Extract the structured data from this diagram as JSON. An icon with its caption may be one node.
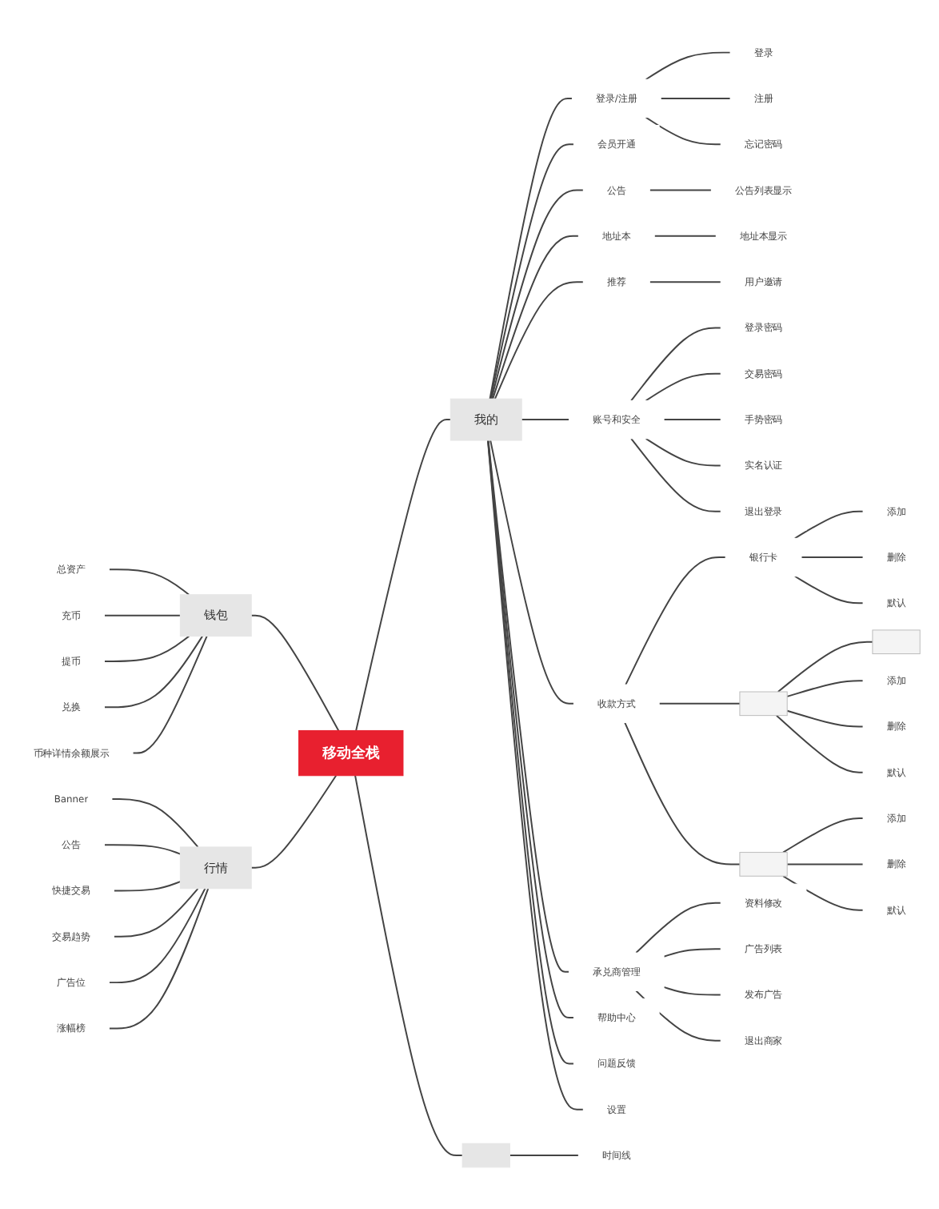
{
  "diagram": {
    "nodes": [
      {
        "text": [
          "移动全栈"
        ]
      },
      {
        "text": [
          "钱包"
        ]
      },
      {
        "text": [
          "总资产"
        ]
      },
      {
        "text": [
          "充币"
        ]
      },
      {
        "text": [
          "提币"
        ]
      },
      {
        "text": [
          "兑换"
        ]
      },
      {
        "text": [
          "币种详情余额展示"
        ]
      },
      {
        "text": [
          "行情"
        ]
      },
      {
        "text": [
          "Banner"
        ]
      },
      {
        "text": [
          "公告"
        ]
      },
      {
        "text": [
          "快捷交易"
        ]
      },
      {
        "text": [
          "交易趋势"
        ]
      },
      {
        "text": [
          "广告位"
        ]
      },
      {
        "text": [
          "涨幅榜"
        ]
      },
      {
        "text": [
          "我的"
        ]
      },
      {
        "text": [
          "登录/注册"
        ]
      },
      {
        "text": [
          "登录"
        ]
      },
      {
        "text": [
          "注册"
        ]
      },
      {
        "text": [
          "忘记密码"
        ]
      },
      {
        "text": [
          "会员开通"
        ]
      },
      {
        "text": [
          "公告"
        ]
      },
      {
        "text": [
          "公告列表显示"
        ]
      },
      {
        "text": [
          "地址本"
        ]
      },
      {
        "text": [
          "地址本显示"
        ]
      },
      {
        "text": [
          "推荐"
        ]
      },
      {
        "text": [
          "用户邀请"
        ]
      },
      {
        "text": [
          "账号和安全"
        ]
      },
      {
        "text": [
          "登录密码"
        ]
      },
      {
        "text": [
          "交易密码"
        ]
      },
      {
        "text": [
          "手势密码"
        ]
      },
      {
        "text": [
          "实名认证"
        ]
      },
      {
        "text": [
          "退出登录"
        ]
      },
      {
        "text": [
          "收款方式"
        ]
      },
      {
        "text": [
          "银行卡"
        ]
      },
      {
        "text": [
          "添加"
        ]
      },
      {
        "text": [
          "删除"
        ]
      },
      {
        "text": [
          "默认"
        ]
      },
      {
        "text": [],
        "shape": "box"
      },
      {
        "text": [],
        "shape": "box"
      },
      {
        "text": [
          "添加"
        ]
      },
      {
        "text": [
          "删除"
        ]
      },
      {
        "text": [
          "默认"
        ]
      },
      {
        "text": [],
        "shape": "box"
      },
      {
        "text": [
          "添加"
        ]
      },
      {
        "text": [
          "删除"
        ]
      },
      {
        "text": [
          "默认"
        ]
      },
      {
        "text": [
          "承兑商管理"
        ]
      },
      {
        "text": [
          "资料修改"
        ]
      },
      {
        "text": [
          "广告列表"
        ]
      },
      {
        "text": [
          "发布广告"
        ]
      },
      {
        "text": [
          "退出商家"
        ]
      },
      {
        "text": [
          "帮助中心"
        ]
      },
      {
        "text": [
          "问题反馈"
        ]
      },
      {
        "text": [
          "设置"
        ]
      },
      {
        "text": [],
        "shape": "box"
      },
      {
        "text": [
          "时间线"
        ]
      }
    ],
    "edges": [
      {
        "from": 2,
        "to": 1,
        "arrow": "none"
      },
      {
        "from": 3,
        "to": 1,
        "arrow": "none"
      },
      {
        "from": 4,
        "to": 1,
        "arrow": "none"
      },
      {
        "from": 5,
        "to": 1,
        "arrow": "none"
      },
      {
        "from": 6,
        "to": 1,
        "arrow": "none"
      },
      {
        "from": 1,
        "to": 0,
        "arrow": "none"
      },
      {
        "from": 8,
        "to": 7,
        "arrow": "none"
      },
      {
        "from": 9,
        "to": 7,
        "arrow": "none"
      },
      {
        "from": 10,
        "to": 7,
        "arrow": "none"
      },
      {
        "from": 11,
        "to": 7,
        "arrow": "none"
      },
      {
        "from": 12,
        "to": 7,
        "arrow": "none"
      },
      {
        "from": 13,
        "to": 7,
        "arrow": "none"
      },
      {
        "from": 7,
        "to": 0,
        "arrow": "none"
      },
      {
        "from": 0,
        "to": 14,
        "arrow": "none"
      },
      {
        "from": 14,
        "to": 15,
        "arrow": "none"
      },
      {
        "from": 15,
        "to": 16,
        "arrow": "none"
      },
      {
        "from": 15,
        "to": 17,
        "arrow": "none"
      },
      {
        "from": 15,
        "to": 18,
        "arrow": "none"
      },
      {
        "from": 14,
        "to": 19,
        "arrow": "none"
      },
      {
        "from": 14,
        "to": 20,
        "arrow": "none"
      },
      {
        "from": 20,
        "to": 21,
        "arrow": "none"
      },
      {
        "from": 14,
        "to": 22,
        "arrow": "none"
      },
      {
        "from": 22,
        "to": 23,
        "arrow": "none"
      },
      {
        "from": 14,
        "to": 24,
        "arrow": "none"
      },
      {
        "from": 24,
        "to": 25,
        "arrow": "none"
      },
      {
        "from": 14,
        "to": 26,
        "arrow": "none"
      },
      {
        "from": 26,
        "to": 27,
        "arrow": "none"
      },
      {
        "from": 26,
        "to": 28,
        "arrow": "none"
      },
      {
        "from": 26,
        "to": 29,
        "arrow": "none"
      },
      {
        "from": 26,
        "to": 30,
        "arrow": "none"
      },
      {
        "from": 26,
        "to": 31,
        "arrow": "none"
      },
      {
        "from": 14,
        "to": 32,
        "arrow": "none"
      },
      {
        "from": 32,
        "to": 33,
        "arrow": "none"
      },
      {
        "from": 33,
        "to": 34,
        "arrow": "none"
      },
      {
        "from": 33,
        "to": 35,
        "arrow": "none"
      },
      {
        "from": 33,
        "to": 36,
        "arrow": "none"
      },
      {
        "from": 32,
        "to": 37,
        "arrow": "none"
      },
      {
        "from": 37,
        "to": 38,
        "arrow": "none"
      },
      {
        "from": 37,
        "to": 39,
        "arrow": "none"
      },
      {
        "from": 37,
        "to": 40,
        "arrow": "none"
      },
      {
        "from": 37,
        "to": 41,
        "arrow": "none"
      },
      {
        "from": 32,
        "to": 42,
        "arrow": "none"
      },
      {
        "from": 42,
        "to": 43,
        "arrow": "none"
      },
      {
        "from": 42,
        "to": 44,
        "arrow": "none"
      },
      {
        "from": 42,
        "to": 45,
        "arrow": "none"
      },
      {
        "from": 14,
        "to": 46,
        "arrow": "none"
      },
      {
        "from": 46,
        "to": 47,
        "arrow": "none"
      },
      {
        "from": 46,
        "to": 48,
        "arrow": "none"
      },
      {
        "from": 46,
        "to": 49,
        "arrow": "none"
      },
      {
        "from": 46,
        "to": 50,
        "arrow": "none"
      },
      {
        "from": 14,
        "to": 51,
        "arrow": "none"
      },
      {
        "from": 14,
        "to": 52,
        "arrow": "none"
      },
      {
        "from": 14,
        "to": 53,
        "arrow": "none"
      },
      {
        "from": 0,
        "to": 54,
        "arrow": "none"
      },
      {
        "from": 54,
        "to": 55,
        "arrow": "none"
      }
    ]
  }
}
